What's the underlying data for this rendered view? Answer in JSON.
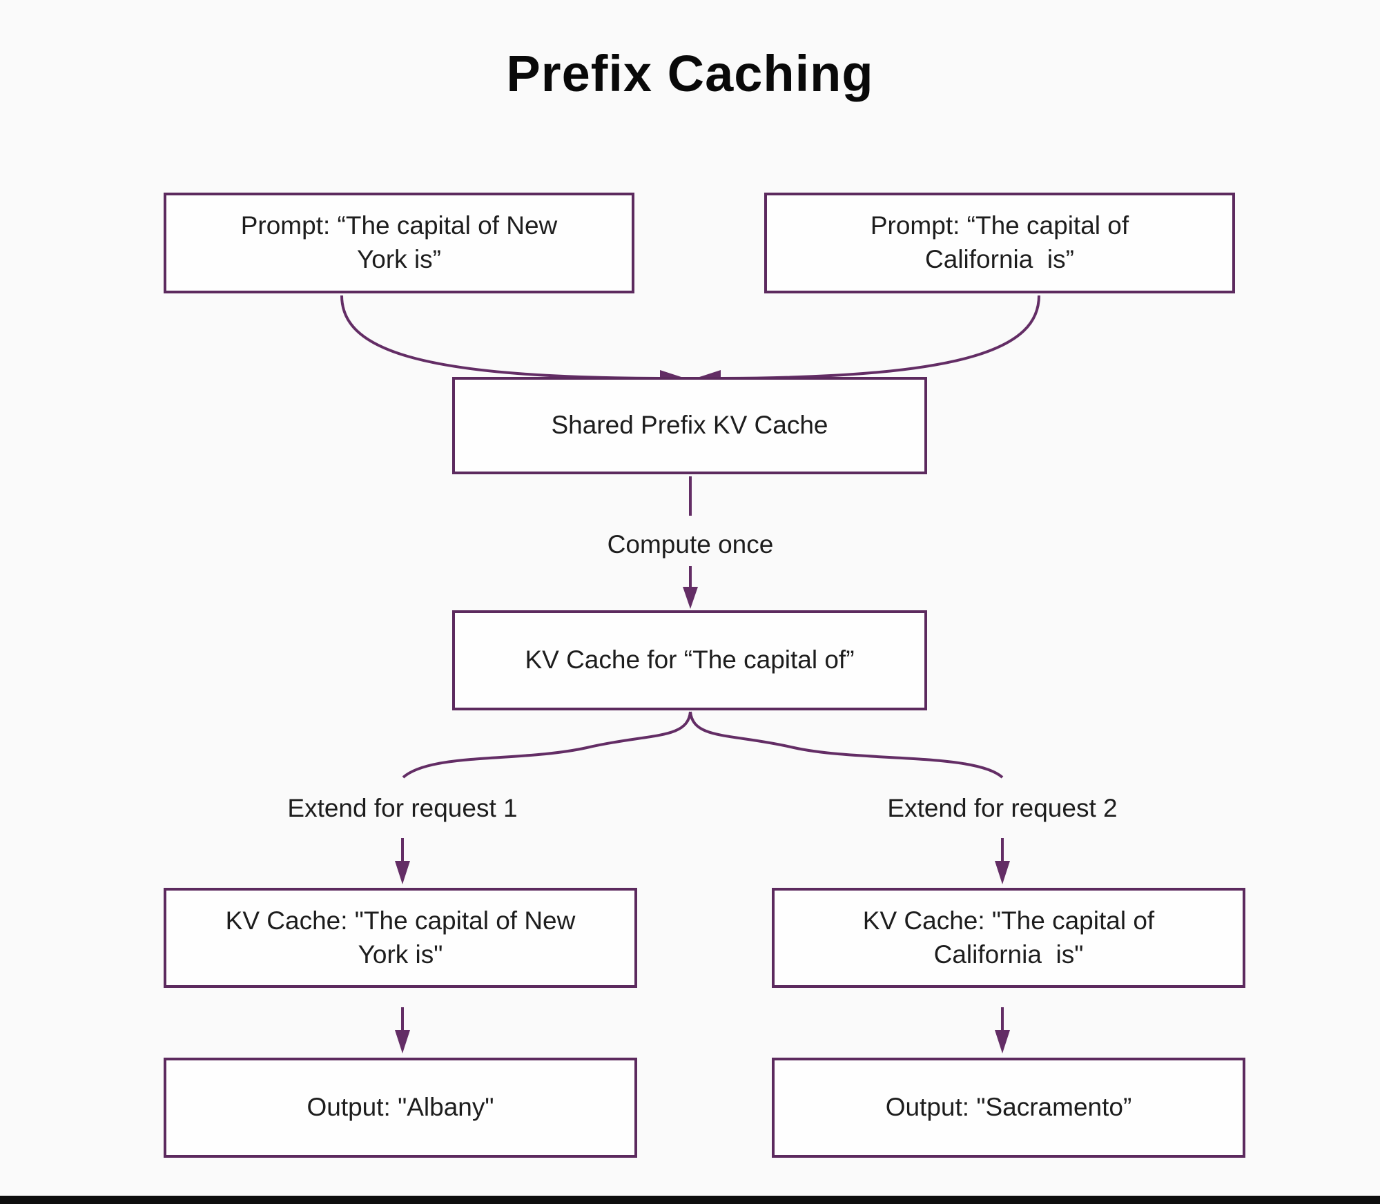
{
  "title": "Prefix Caching",
  "colors": {
    "canvas-bg": "#fafafa",
    "box-bg": "#fefefe",
    "box-border": "#5c2a5e",
    "connector": "#632d65",
    "text": "#1d1d1d",
    "bottom-bar": "#0e0e0e"
  },
  "nodes": {
    "prompt_left": {
      "lines": [
        "Prompt: “The capital of New",
        "York is”"
      ]
    },
    "prompt_right": {
      "lines": [
        "Prompt: “The capital of",
        "California  is”"
      ]
    },
    "shared_cache": {
      "lines": [
        "Shared Prefix KV Cache"
      ]
    },
    "kv_prefix": {
      "lines": [
        "KV Cache for “The capital of”"
      ]
    },
    "kv_left": {
      "lines": [
        "KV Cache: \"The capital of New",
        "York is\""
      ]
    },
    "kv_right": {
      "lines": [
        "KV Cache: \"The capital of",
        "California  is\""
      ]
    },
    "output_left": {
      "lines": [
        "Output: \"Albany\""
      ]
    },
    "output_right": {
      "lines": [
        "Output: \"Sacramento”"
      ]
    }
  },
  "labels": {
    "compute_once": "Compute once",
    "extend_request_1": "Extend for request 1",
    "extend_request_2": "Extend for request 2"
  }
}
